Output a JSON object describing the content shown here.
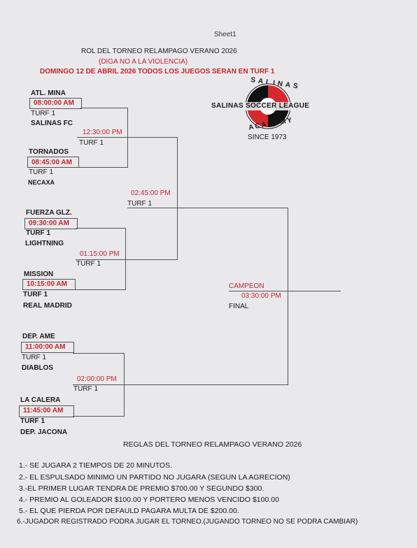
{
  "sheet_label": "Sheet1",
  "header": {
    "title": "ROL DEL TORNEO RELAMPAGO VERANO 2026",
    "slogan": "(DIGA NO A LA VIOLENCIA)",
    "subtitle": "DOMINGO 12 DE ABRIL 2026 TODOS LOS JUEGOS SERAN EN TURF 1"
  },
  "logo": {
    "top_text": "SALINAS",
    "main_text": "SALINAS SOCCER LEAGUE",
    "bottom_text": "ACADEMY",
    "since": "SINCE 1973",
    "colors": {
      "red": "#d42a2f",
      "black": "#111111"
    }
  },
  "matches": [
    {
      "team1": "ATL. MINA",
      "time": "08:00:00 AM",
      "field": "TURF 1",
      "team2": "SALINAS FC"
    },
    {
      "team1": "TORNADOS",
      "time": "08:45:00 AM",
      "field": "TURF 1",
      "team2": "NECAXA"
    },
    {
      "team1": "FUERZA GLZ.",
      "time": "09:30:00 AM",
      "field": "TURF 1",
      "team2": "LIGHTNING"
    },
    {
      "team1": "MISSION",
      "time": "10:15:00 AM",
      "field": "TURF 1",
      "team2": "REAL MADRID"
    },
    {
      "team1": "DEP. AME",
      "time": "11:00:00 AM",
      "field": "TURF 1",
      "team2": "DIABLOS"
    },
    {
      "team1": "LA CALERA",
      "time": "11:45:00 AM",
      "field": "TURF 1",
      "team2": "DEP. JACONA"
    }
  ],
  "round2": [
    {
      "time": "12:30:00 PM",
      "field": "TURF 1"
    },
    {
      "time": "01:15:00 PM",
      "field": "TURF 1"
    },
    {
      "time": "02:00:00 PM",
      "field": "TURF 1"
    }
  ],
  "round3": {
    "time": "02:45:00 PM",
    "field": "TURF 1"
  },
  "final": {
    "label": "CAMPEON",
    "time": "03:30:00 PM",
    "name": "FINAL"
  },
  "rules": {
    "title": "REGLAS DEL TORNEO RELAMPAGO VERANO 2026",
    "items": [
      "1.- SE JUGARA 2 TIEMPOS DE 20 MINUTOS.",
      "2.- EL ESPULSADO MINIMO UN PARTIDO NO JUGARA (SEGUN LA AGRECION)",
      "3.-EL PRIMER LUGAR TENDRA DE PREMIO $700.00 Y SEGUNDO $300.",
      "4.- PREMIO AL GOLEADOR $100.00 Y PORTERO MENOS VENCIDO $100.00",
      "5.- EL QUE PIERDA POR DEFAULD PAGARA MULTA DE $200.00.",
      "6.-JUGADOR REGISTRADO PODRA JUGAR EL TORNEO.(JUGANDO TORNEO NO SE PODRA CAMBIAR)"
    ]
  }
}
